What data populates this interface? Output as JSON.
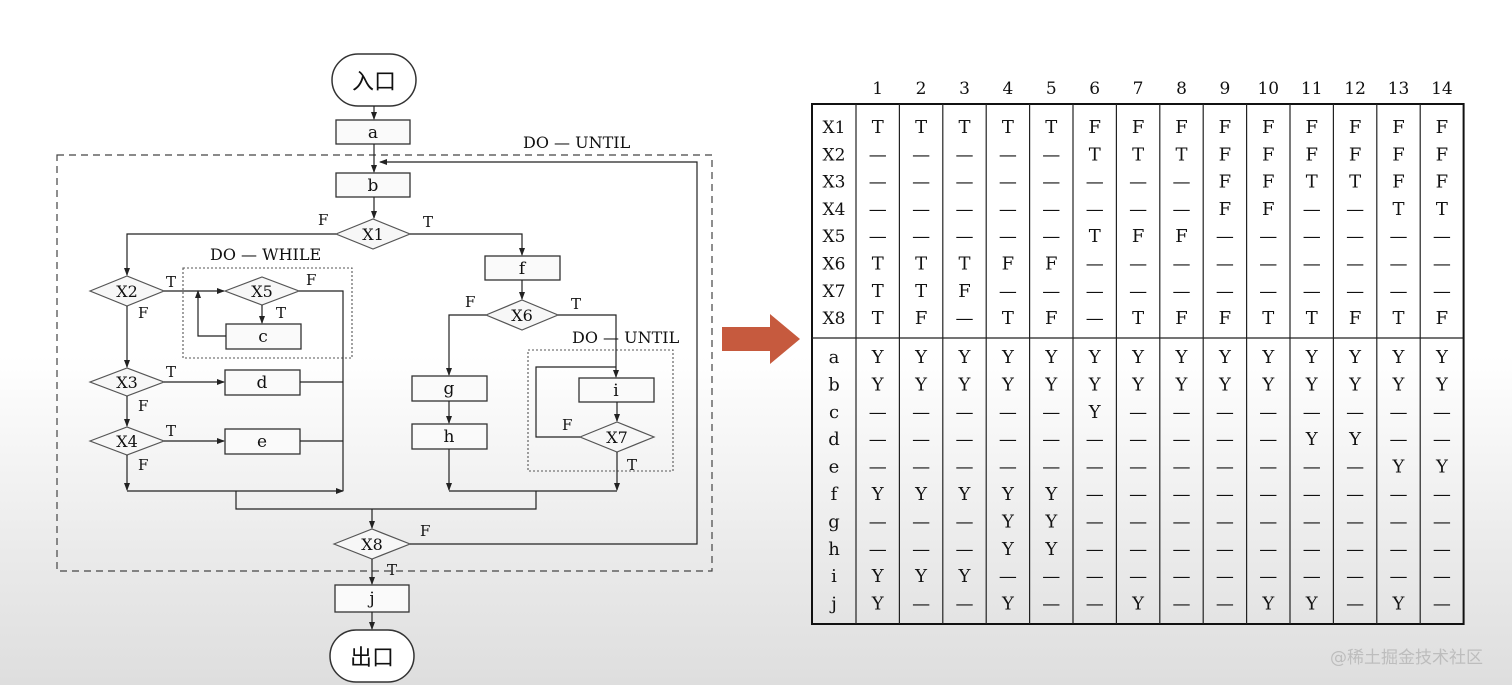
{
  "flowchart": {
    "entry": "入口",
    "exit": "出口",
    "boxes": {
      "a": "a",
      "b": "b",
      "c": "c",
      "d": "d",
      "e": "e",
      "f": "f",
      "g": "g",
      "h": "h",
      "i": "i",
      "j": "j"
    },
    "decisions": {
      "x1": "X1",
      "x2": "X2",
      "x3": "X3",
      "x4": "X4",
      "x5": "X5",
      "x6": "X6",
      "x7": "X7",
      "x8": "X8"
    },
    "loop_labels": {
      "outer": "DO — UNTIL",
      "inner_while": "DO — WHILE",
      "inner_until": "DO — UNTIL"
    },
    "branch_true": "T",
    "branch_false": "F"
  },
  "decision_table": {
    "columns": [
      "1",
      "2",
      "3",
      "4",
      "5",
      "6",
      "7",
      "8",
      "9",
      "10",
      "11",
      "12",
      "13",
      "14"
    ],
    "condition_rows": [
      {
        "label": "X1",
        "values": [
          "T",
          "T",
          "T",
          "T",
          "T",
          "F",
          "F",
          "F",
          "F",
          "F",
          "F",
          "F",
          "F",
          "F"
        ]
      },
      {
        "label": "X2",
        "values": [
          "—",
          "—",
          "—",
          "—",
          "—",
          "T",
          "T",
          "T",
          "F",
          "F",
          "F",
          "F",
          "F",
          "F"
        ]
      },
      {
        "label": "X3",
        "values": [
          "—",
          "—",
          "—",
          "—",
          "—",
          "—",
          "—",
          "—",
          "F",
          "F",
          "T",
          "T",
          "F",
          "F"
        ]
      },
      {
        "label": "X4",
        "values": [
          "—",
          "—",
          "—",
          "—",
          "—",
          "—",
          "—",
          "—",
          "F",
          "F",
          "—",
          "—",
          "T",
          "T"
        ]
      },
      {
        "label": "X5",
        "values": [
          "—",
          "—",
          "—",
          "—",
          "—",
          "T",
          "F",
          "F",
          "—",
          "—",
          "—",
          "—",
          "—",
          "—"
        ]
      },
      {
        "label": "X6",
        "values": [
          "T",
          "T",
          "T",
          "F",
          "F",
          "—",
          "—",
          "—",
          "—",
          "—",
          "—",
          "—",
          "—",
          "—"
        ]
      },
      {
        "label": "X7",
        "values": [
          "T",
          "T",
          "F",
          "—",
          "—",
          "—",
          "—",
          "—",
          "—",
          "—",
          "—",
          "—",
          "—",
          "—"
        ]
      },
      {
        "label": "X8",
        "values": [
          "T",
          "F",
          "—",
          "T",
          "F",
          "—",
          "T",
          "F",
          "F",
          "T",
          "T",
          "F",
          "T",
          "F"
        ]
      }
    ],
    "action_rows": [
      {
        "label": "a",
        "values": [
          "Y",
          "Y",
          "Y",
          "Y",
          "Y",
          "Y",
          "Y",
          "Y",
          "Y",
          "Y",
          "Y",
          "Y",
          "Y",
          "Y"
        ]
      },
      {
        "label": "b",
        "values": [
          "Y",
          "Y",
          "Y",
          "Y",
          "Y",
          "Y",
          "Y",
          "Y",
          "Y",
          "Y",
          "Y",
          "Y",
          "Y",
          "Y"
        ]
      },
      {
        "label": "c",
        "values": [
          "—",
          "—",
          "—",
          "—",
          "—",
          "Y",
          "—",
          "—",
          "—",
          "—",
          "—",
          "—",
          "—",
          "—"
        ]
      },
      {
        "label": "d",
        "values": [
          "—",
          "—",
          "—",
          "—",
          "—",
          "—",
          "—",
          "—",
          "—",
          "—",
          "Y",
          "Y",
          "—",
          "—"
        ]
      },
      {
        "label": "e",
        "values": [
          "—",
          "—",
          "—",
          "—",
          "—",
          "—",
          "—",
          "—",
          "—",
          "—",
          "—",
          "—",
          "Y",
          "Y"
        ]
      },
      {
        "label": "f",
        "values": [
          "Y",
          "Y",
          "Y",
          "Y",
          "Y",
          "—",
          "—",
          "—",
          "—",
          "—",
          "—",
          "—",
          "—",
          "—"
        ]
      },
      {
        "label": "g",
        "values": [
          "—",
          "—",
          "—",
          "Y",
          "Y",
          "—",
          "—",
          "—",
          "—",
          "—",
          "—",
          "—",
          "—",
          "—"
        ]
      },
      {
        "label": "h",
        "values": [
          "—",
          "—",
          "—",
          "Y",
          "Y",
          "—",
          "—",
          "—",
          "—",
          "—",
          "—",
          "—",
          "—",
          "—"
        ]
      },
      {
        "label": "i",
        "values": [
          "Y",
          "Y",
          "Y",
          "—",
          "—",
          "—",
          "—",
          "—",
          "—",
          "—",
          "—",
          "—",
          "—",
          "—"
        ]
      },
      {
        "label": "j",
        "values": [
          "Y",
          "—",
          "—",
          "Y",
          "—",
          "—",
          "Y",
          "—",
          "—",
          "Y",
          "Y",
          "—",
          "Y",
          "—"
        ]
      }
    ]
  },
  "arrow_color": "#c65a3e",
  "watermark": "@稀土掘金技术社区"
}
